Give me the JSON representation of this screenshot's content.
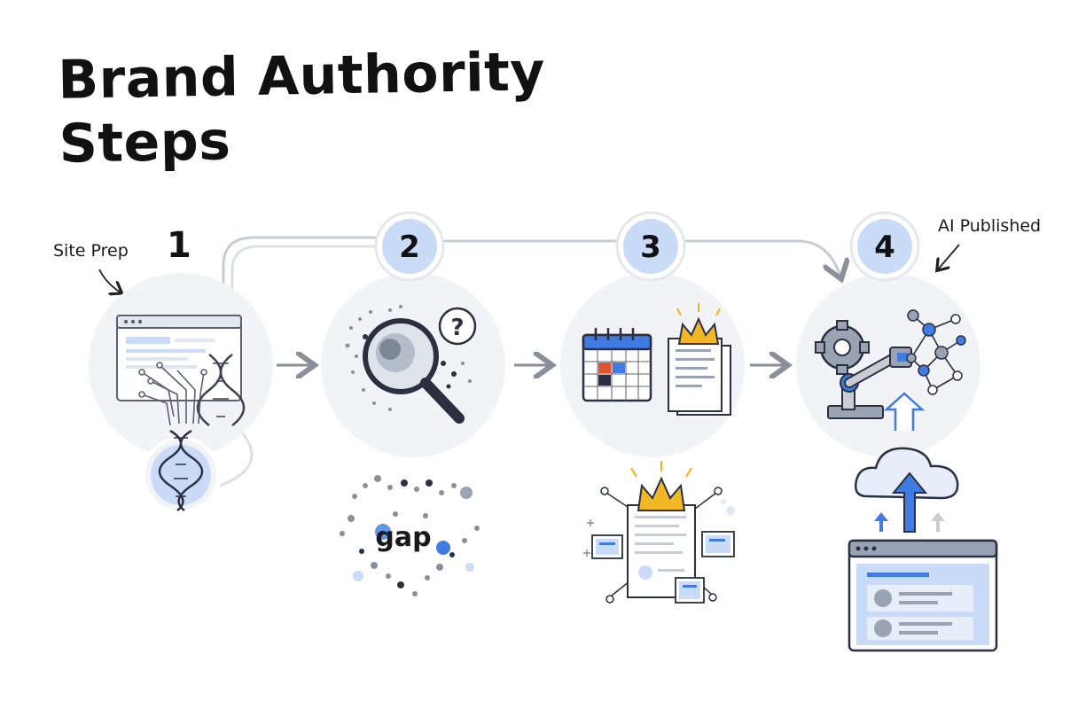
{
  "title_line1": "Brand Authority",
  "title_line2": "Steps",
  "callouts": {
    "site_prep": "Site Prep",
    "ai_published": "AI Published"
  },
  "steps": [
    {
      "number": "1"
    },
    {
      "number": "2"
    },
    {
      "number": "3"
    },
    {
      "number": "4"
    }
  ],
  "gap_label": "gap",
  "question_mark": "?",
  "colors": {
    "accent_blue": "#3f7be0",
    "light_blue": "#c9dbf7",
    "circle_fill": "#f1f3f6",
    "gold": "#f2b824",
    "red": "#e0532f"
  }
}
